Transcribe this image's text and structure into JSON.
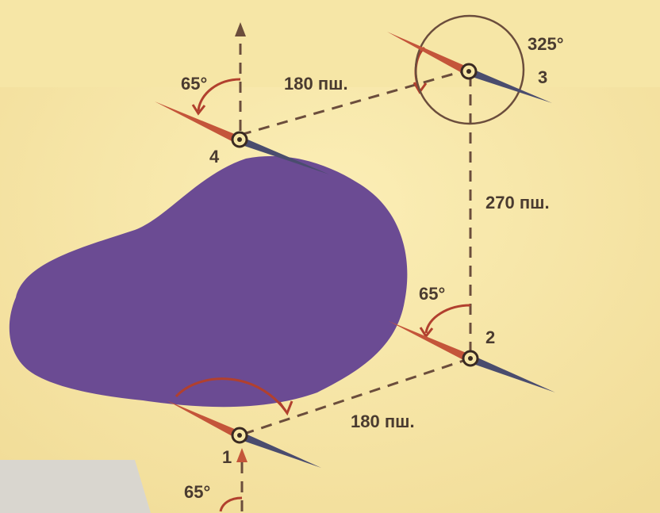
{
  "labels": {
    "angle_top": "65°",
    "angle_mid": "65°",
    "angle_bottom": "65°",
    "angle_325": "325°",
    "dist_4_3": "180 пш.",
    "dist_3_2": "270 пш.",
    "dist_2_1": "180 пш.",
    "point_1": "1",
    "point_2": "2",
    "point_3": "3",
    "point_4": "4"
  },
  "colors": {
    "paper": "#f6e6a6",
    "obstacle": "#6b4b93",
    "route": "#6b4d3c",
    "needle_north": "#c4553a",
    "needle_south": "#4a4c6e",
    "arc": "#b1402e"
  },
  "icons": [
    "compass-icon",
    "north-arrow-icon"
  ]
}
